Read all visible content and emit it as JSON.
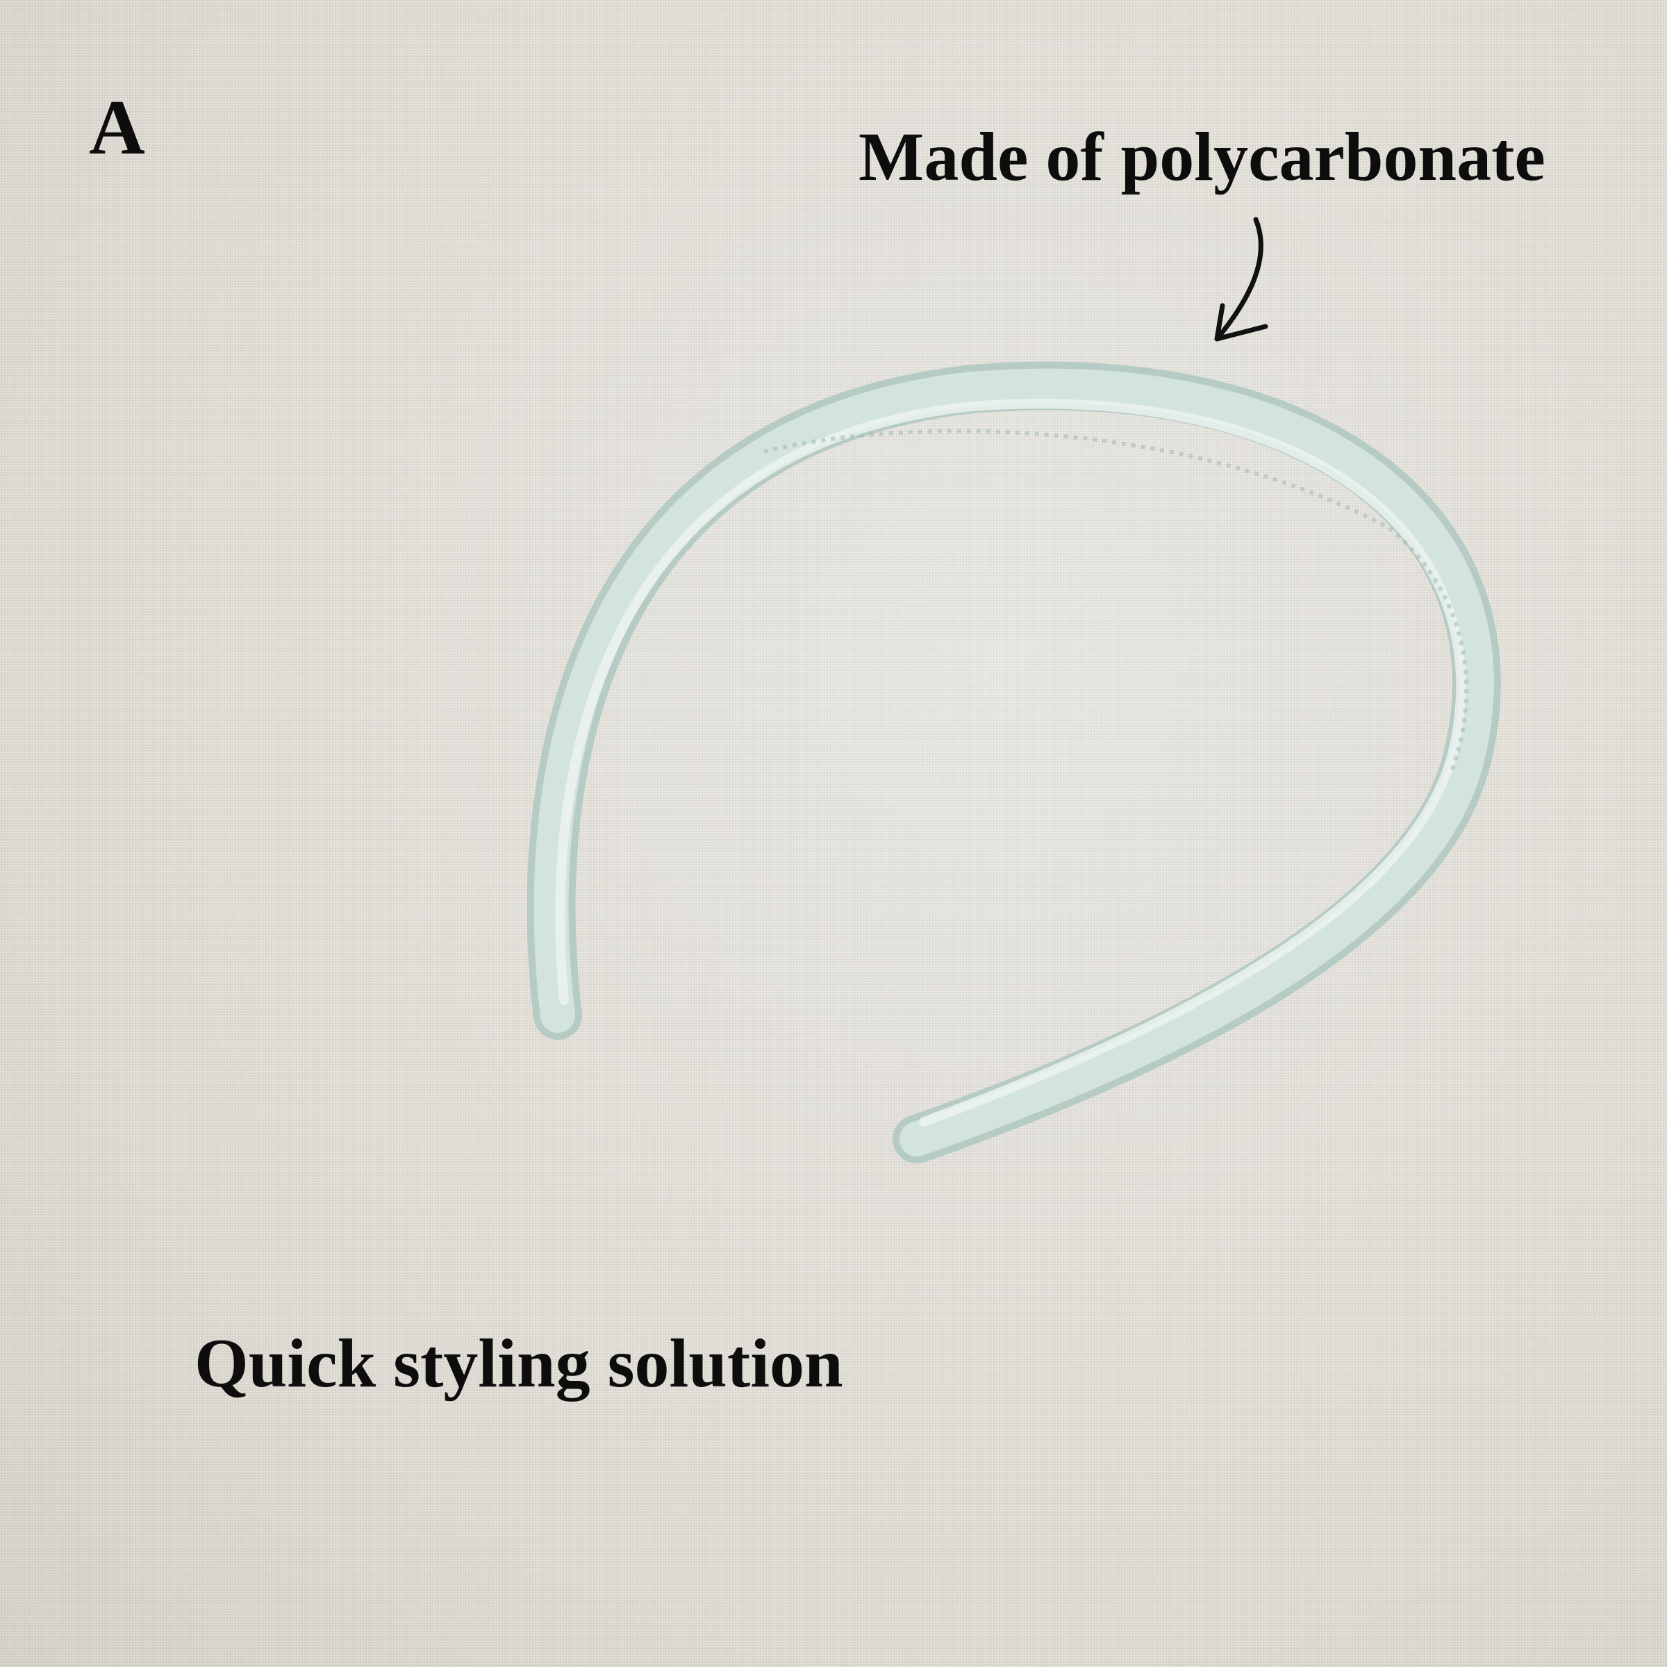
{
  "variant_label": "A",
  "callout_material": "Made of polycarbonate",
  "tagline": "Quick styling solution",
  "colors": {
    "headband": "#c8dcd5",
    "text": "#0d0d0d",
    "background": "#e6e3dc"
  }
}
